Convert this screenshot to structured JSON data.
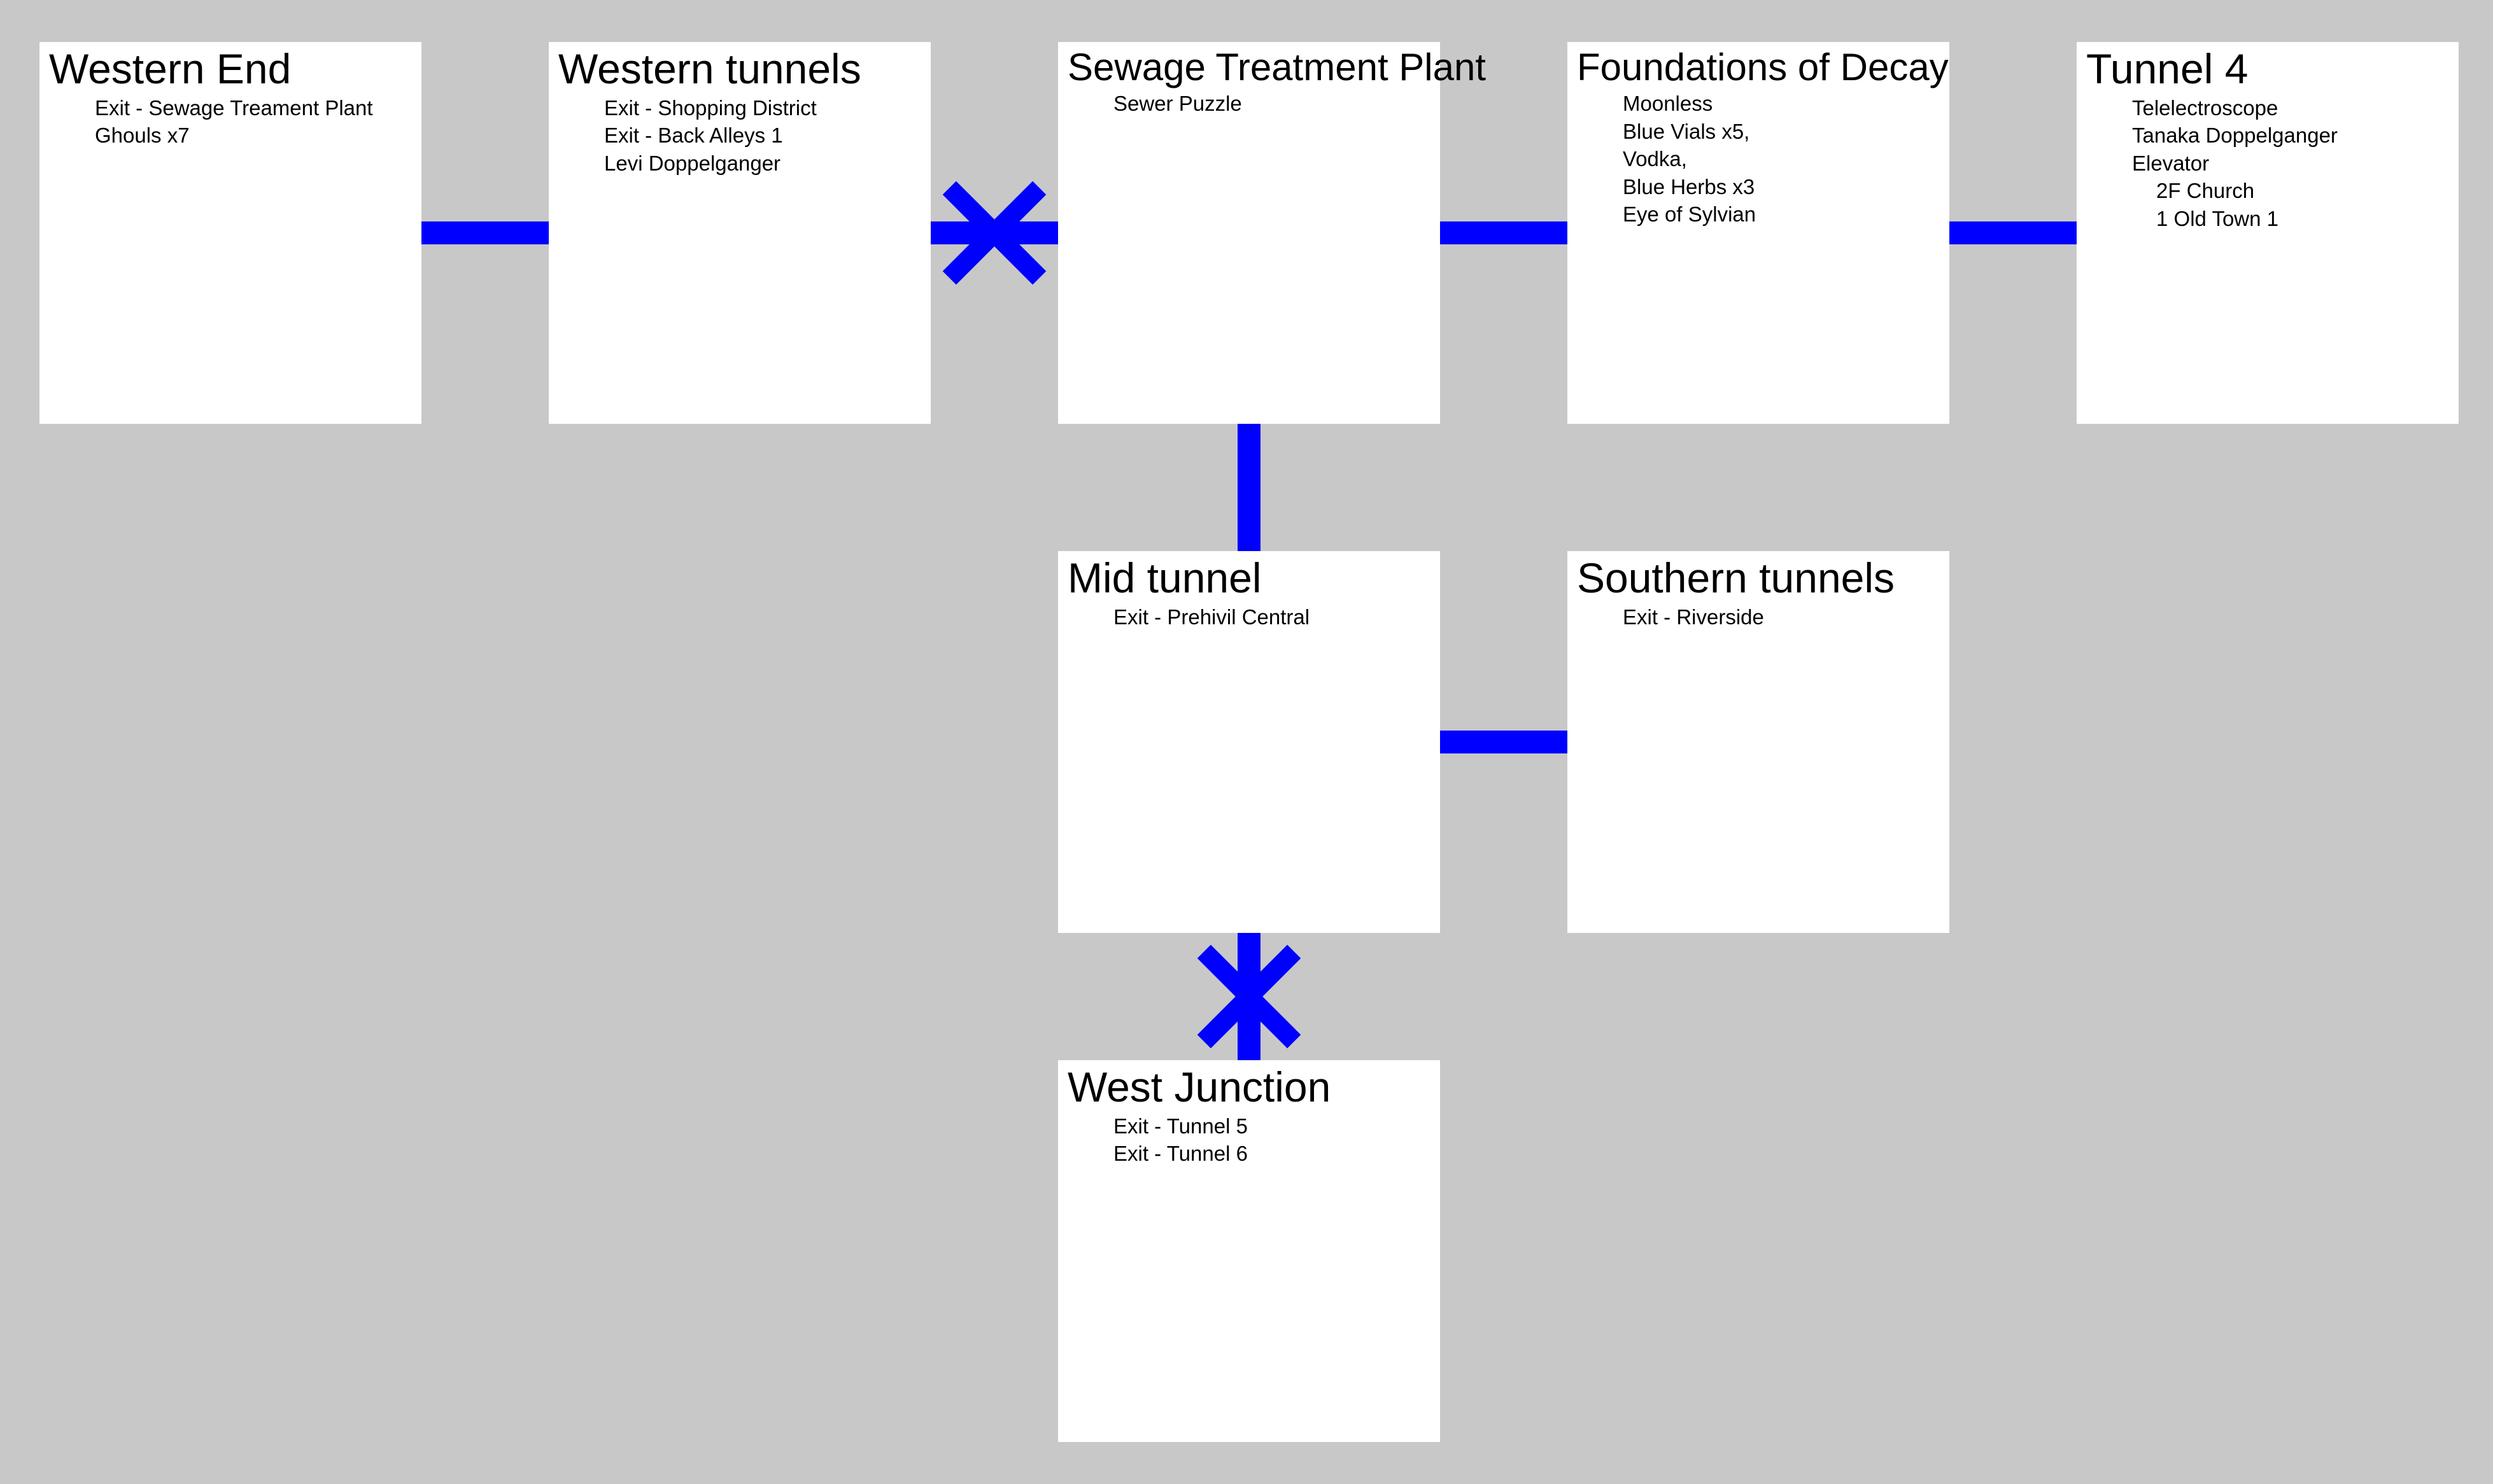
{
  "rooms": {
    "western_end": {
      "title": "Western End",
      "notes": [
        "Exit - Sewage Treament Plant",
        "Ghouls x7"
      ]
    },
    "western_tunnels": {
      "title": "Western tunnels",
      "notes": [
        "Exit - Shopping District",
        "Exit - Back Alleys 1",
        "Levi Doppelganger"
      ]
    },
    "sewage_plant": {
      "title": "Sewage Treatment Plant",
      "notes": [
        "Sewer Puzzle"
      ]
    },
    "foundations": {
      "title": "Foundations of Decay",
      "notes": [
        "Moonless",
        "Blue Vials x5,",
        "Vodka,",
        "Blue Herbs x3",
        "Eye of Sylvian"
      ]
    },
    "tunnel4": {
      "title": "Tunnel 4",
      "notes": [
        "Telelectroscope",
        "Tanaka Doppelganger",
        "Elevator"
      ],
      "subnotes": [
        "2F Church",
        "1 Old Town 1"
      ]
    },
    "mid_tunnel": {
      "title": "Mid tunnel",
      "notes": [
        "Exit - Prehivil Central"
      ]
    },
    "southern_tunnels": {
      "title": "Southern tunnels",
      "notes": [
        "Exit - Riverside"
      ]
    },
    "west_junction": {
      "title": "West Junction",
      "notes": [
        "Exit - Tunnel 5",
        "Exit - Tunnel 6"
      ]
    }
  },
  "colors": {
    "background": "#c8c8c8",
    "room": "#ffffff",
    "connector": "#0000ff"
  }
}
